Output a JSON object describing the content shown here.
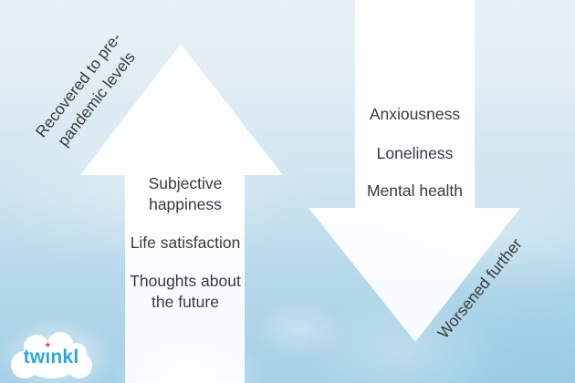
{
  "diagram": {
    "type": "opposing-arrows-infographic",
    "up_arrow": {
      "direction": "up",
      "label": "Recovered to pre-pandemic levels",
      "items": [
        "Subjective happiness",
        "Life satisfaction",
        "Thoughts about the future"
      ]
    },
    "down_arrow": {
      "direction": "down",
      "label": "Worsened further",
      "items": [
        "Anxiousness",
        "Loneliness",
        "Mental health"
      ]
    }
  },
  "logo": {
    "brand": "twinkl",
    "brand_pre": "tw",
    "brand_i": "ı",
    "brand_post": "nkl",
    "star": "★"
  },
  "colors": {
    "background_top": "#e9f1f7",
    "background_bottom": "#a6d1e6",
    "arrow_fill": "#ffffff",
    "text": "#3a3a3a",
    "logo_text_blue": "#2aa7dd",
    "logo_star_pink": "#e0457b",
    "logo_cloud": "#ffffff"
  }
}
